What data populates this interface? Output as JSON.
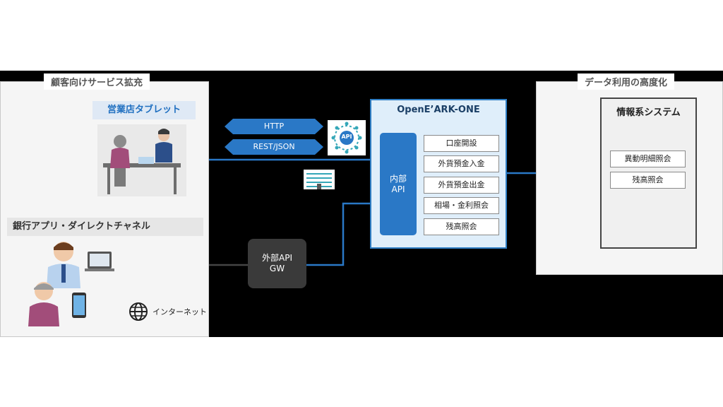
{
  "left_panel": {
    "title": "顧客向けサービス拡充",
    "tablet_label": "営業店タブレット",
    "app_label": "銀行アプリ・ダイレクトチャネル",
    "internet_label": "インターネット"
  },
  "right_panel": {
    "title": "データ利用の高度化",
    "system_title": "情報系システム",
    "items": [
      "異動明細照会",
      "残高照会"
    ]
  },
  "protocols": {
    "http": "HTTP",
    "rest": "REST/JSON"
  },
  "api_badge": "API",
  "core": {
    "title": "OpenE’ARK-ONE",
    "internal_api": [
      "内部",
      "API"
    ],
    "operations": [
      "口座開設",
      "外貨預金入金",
      "外貨預金出金",
      "相場・金利照会",
      "残高照会"
    ]
  },
  "gateway": {
    "line1": "外部API",
    "line2": "GW"
  },
  "colors": {
    "line_blue": "#2a78c6",
    "core_fill": "#dfeefa",
    "core_border": "#2f7ec4",
    "api_teal": "#35a7b8"
  }
}
